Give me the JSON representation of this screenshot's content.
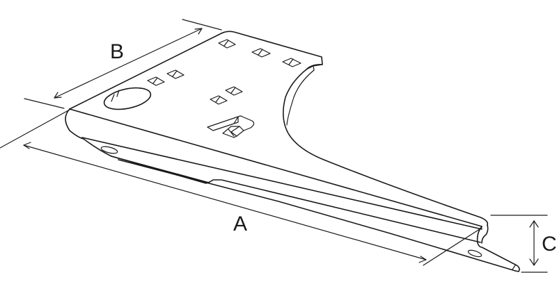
{
  "figure": {
    "type": "technical line drawing",
    "subject": "mounting bracket",
    "background_color": "#ffffff",
    "line_color": "#1a1a1a"
  },
  "dimensions": {
    "A": {
      "label": "A",
      "meaning": "overall length"
    },
    "B": {
      "label": "B",
      "meaning": "plate width"
    },
    "C": {
      "label": "C",
      "meaning": "tip height"
    }
  }
}
